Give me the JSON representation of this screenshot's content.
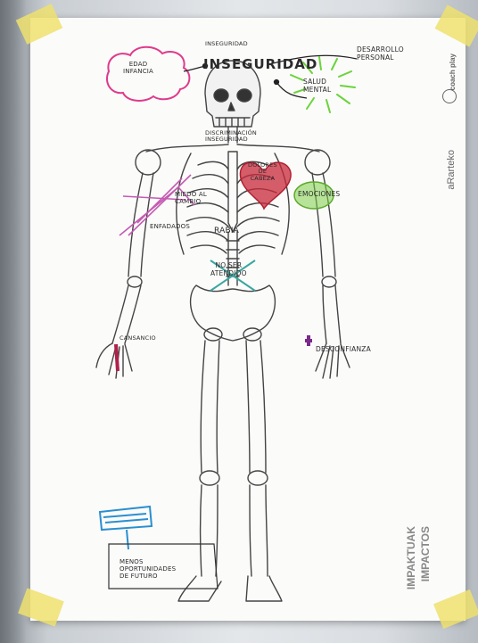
{
  "poster": {
    "brand_name": "aRarteko",
    "brand_tagline": "coach play",
    "footer_text_line1": "IMPAKTUAK",
    "footer_text_line2": "IMPACTOS"
  },
  "labels": {
    "edad_infancia": "edad\nINFANCIA",
    "inseguridad_top": "INSEGURIDAD",
    "inseguridad_big": "INSEGURIDAD",
    "desarrollo_personal": "DESARROLLO\nPERSONAL",
    "salud_mental": "SALUD\nMENTAL",
    "discriminacion": "DISCRIMINACIÓN\nINSEGURIDAD",
    "dolores_cabeza": "DOLORES\nDE\nCABEZA",
    "miedo_cambio": "MIEDO AL\nCAMBIO",
    "emociones": "EMOCIONES",
    "enfadados": "ENFADADOS",
    "rabia": "RABIA",
    "no_ser_atendido": "NO SER\nATENDIDO",
    "cansancio": "CANSANCIO",
    "desconfianza": "DESCONFIANZA",
    "menos_oportunidades": "MENOS\nOPORTUNIDADES\nDE FUTURO"
  },
  "colors": {
    "poster_bg": "#fbfbfa",
    "tape": "#ede06e",
    "cloud_pink": "#e03a8a",
    "sun_green": "#6bd33a",
    "heart_red": "#c8283a",
    "green_blob": "#7dcf45",
    "purple": "#7a2a8a",
    "blue_sign": "#2a8fd0",
    "teal_cross": "#3aa6a0",
    "skeleton_line": "#444444"
  }
}
